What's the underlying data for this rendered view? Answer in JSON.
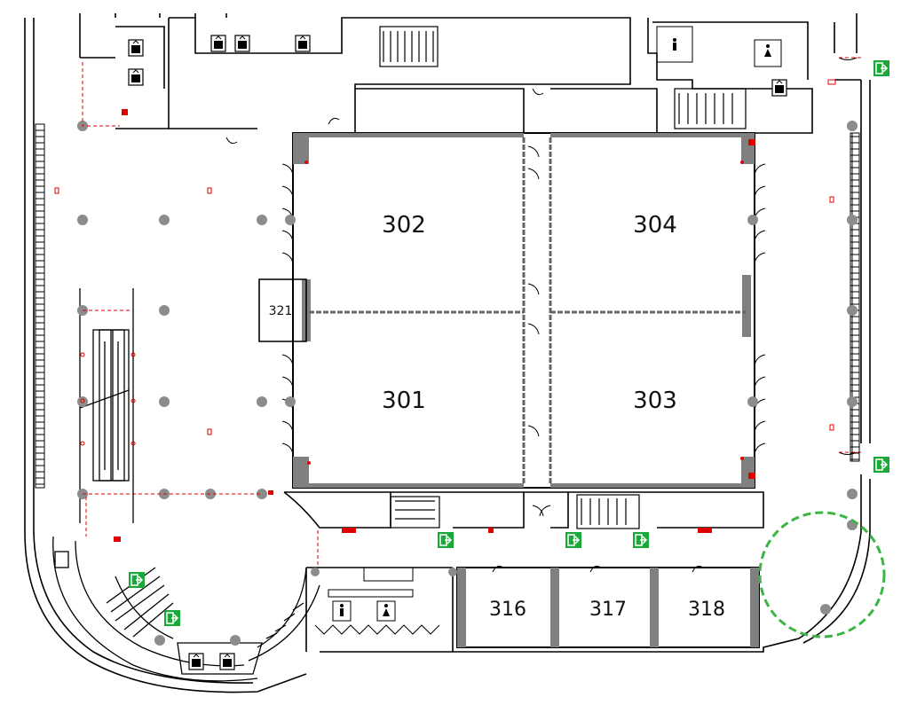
{
  "rooms": {
    "r302": "302",
    "r304": "304",
    "r301": "301",
    "r303": "303",
    "r321": "321",
    "r316": "316",
    "r317": "317",
    "r318": "318"
  },
  "colors": {
    "wall": "#000000",
    "partition": "#808080",
    "column": "#8c8c8c",
    "red_marker": "#e00000",
    "exit_sign": "#1aa83a",
    "highlight_circle": "#3cb543"
  },
  "icons": {
    "exit_sign": "emergency-exit-icon",
    "elevator": "elevator-icon",
    "restroom": "restroom-icon",
    "escalator": "escalator-icon",
    "stairs": "stairs-icon",
    "highlight": "dashed-highlight-circle"
  }
}
